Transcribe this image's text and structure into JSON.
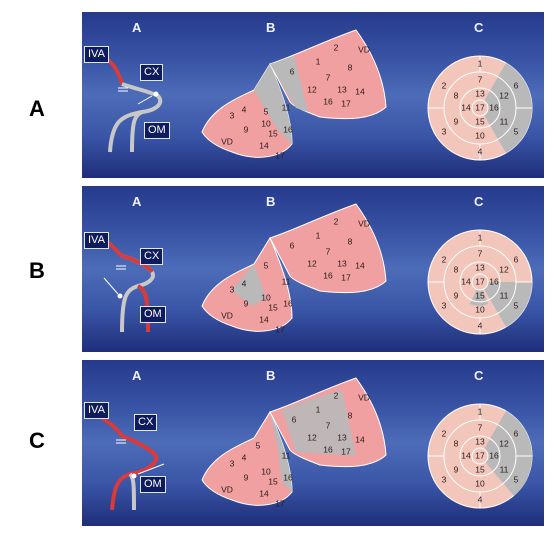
{
  "rows": [
    {
      "label": "A",
      "col_a": "A",
      "col_b": "B",
      "col_c": "C",
      "box_iva": "IVA",
      "box_cx": "CX",
      "box_om": "OM"
    },
    {
      "label": "B",
      "col_a": "A",
      "col_b": "B",
      "col_c": "C",
      "box_iva": "IVA",
      "box_cx": "CX",
      "box_om": "OM"
    },
    {
      "label": "C",
      "col_a": "A",
      "col_b": "B",
      "col_c": "C",
      "box_iva": "IVA",
      "box_cx": "CX",
      "box_om": "OM"
    }
  ],
  "colors": {
    "myocardium": "#f0a0a0",
    "affected": "#b9b9b9",
    "artery": "#d93a3a",
    "vein_gray": "#c8c8c8"
  },
  "bullseye": {
    "outer": [
      "1",
      "6",
      "5",
      "4",
      "3",
      "2"
    ],
    "mid": [
      "7",
      "12",
      "11",
      "10",
      "9",
      "8"
    ],
    "inner": [
      "13",
      "16",
      "15",
      "14"
    ],
    "apex": "17"
  },
  "heart_left": [
    "3",
    "4",
    "5",
    "9",
    "10",
    "11",
    "14",
    "15",
    "16",
    "17",
    "VD"
  ],
  "heart_right": [
    "1",
    "2",
    "6",
    "7",
    "8",
    "12",
    "13",
    "14",
    "16",
    "17",
    "VD"
  ]
}
